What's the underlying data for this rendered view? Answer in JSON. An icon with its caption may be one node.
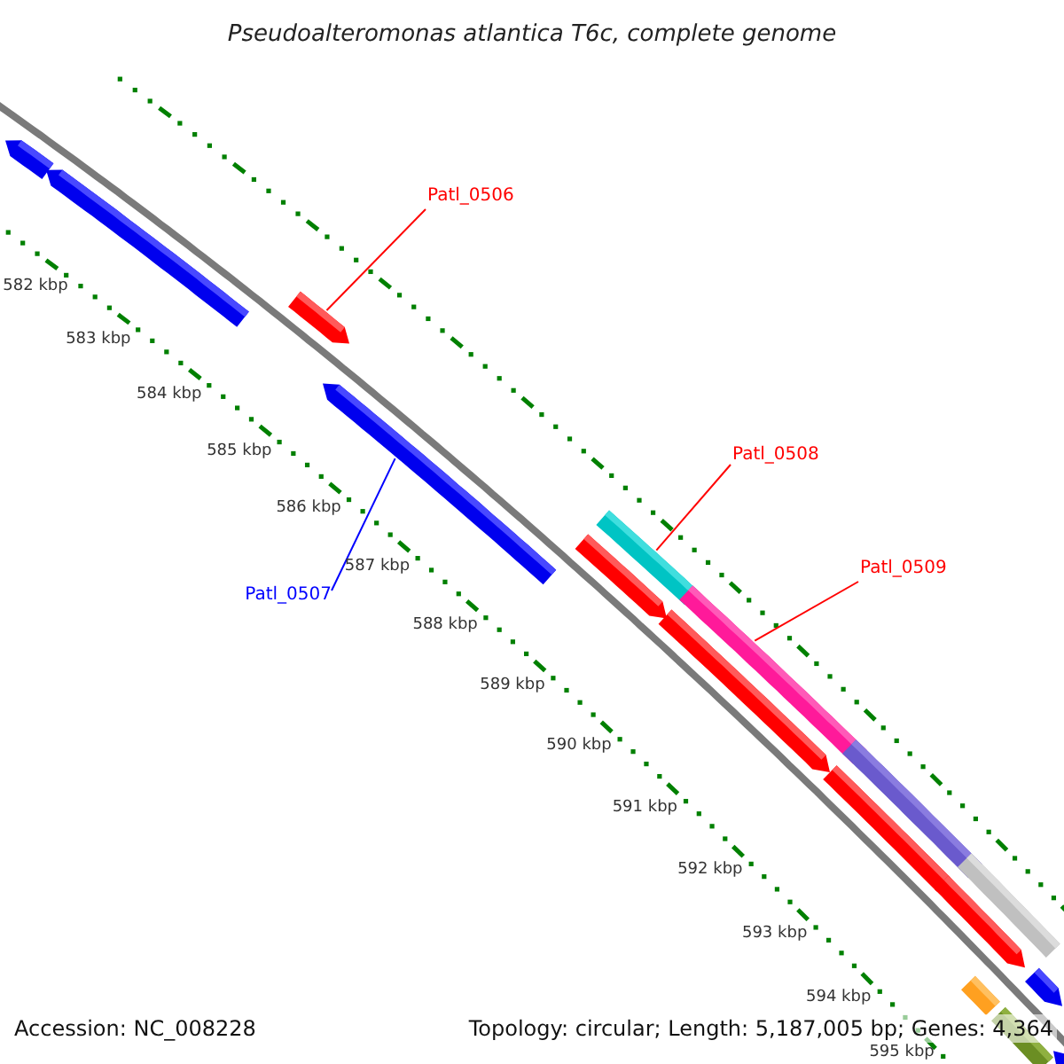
{
  "diagram": {
    "title": "Pseudoalteromonas atlantica T6c, complete genome",
    "nodes": [
      {
        "text": [
          "Patl_0506"
        ]
      },
      {
        "text": [
          "Patl_0508"
        ]
      },
      {
        "text": [
          "Patl_0509"
        ]
      },
      {
        "text": [
          "Patl_0507"
        ]
      },
      {
        "text": [],
        "shape": "bar"
      },
      {
        "text": [],
        "shape": "bar"
      },
      {
        "text": [],
        "shape": "bar"
      },
      {
        "text": [],
        "shape": "bar"
      },
      {
        "text": [],
        "shape": "bar"
      },
      {
        "text": [],
        "shape": "bar"
      },
      {
        "text": [],
        "shape": "bar"
      },
      {
        "text": [],
        "shape": "bar"
      },
      {
        "text": [],
        "shape": "bar"
      },
      {
        "text": [],
        "shape": "bar"
      },
      {
        "text": [],
        "shape": "bar"
      },
      {
        "text": [],
        "shape": "bar"
      },
      {
        "text": [],
        "shape": "bar"
      },
      {
        "text": [],
        "shape": "bar"
      },
      {
        "text": [],
        "shape": "bar"
      },
      {
        "text": [],
        "shape": "bar"
      }
    ],
    "edges": [
      {
        "from": 0,
        "to": 6,
        "arrow": "none"
      },
      {
        "from": 1,
        "to": 8,
        "arrow": "none"
      },
      {
        "from": 2,
        "to": 10,
        "arrow": "none"
      },
      {
        "from": 3,
        "to": 7,
        "arrow": "none",
        "color": "#0000ff"
      }
    ],
    "labels": [
      "582 kbp",
      "583 kbp",
      "584 kbp",
      "585 kbp",
      "586 kbp",
      "587 kbp",
      "588 kbp",
      "589 kbp",
      "590 kbp",
      "591 kbp",
      "592 kbp",
      "593 kbp",
      "594 kbp",
      "595 kbp",
      "Accession: NC_008228",
      "Topology: circular; Length: 5,187,005 bp; Genes: 4,364"
    ]
  }
}
